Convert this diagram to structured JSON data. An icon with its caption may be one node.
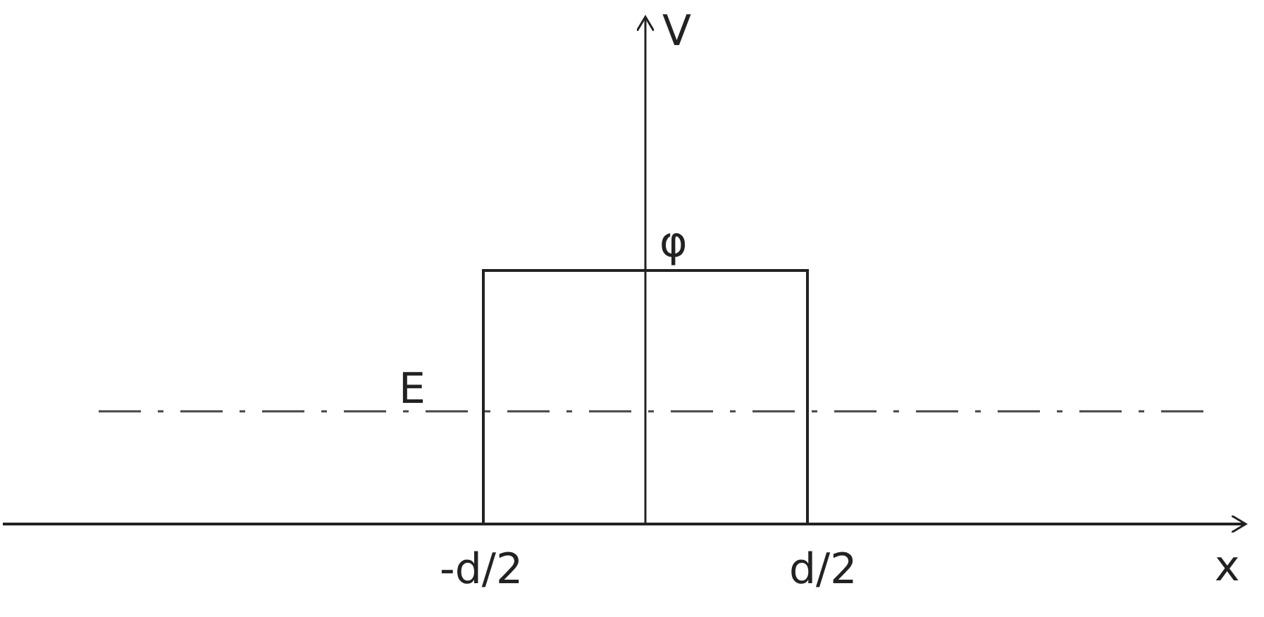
{
  "diagram": {
    "labels": [
      "V",
      "φ",
      "E",
      "-d/2",
      "d/2",
      "x"
    ]
  }
}
